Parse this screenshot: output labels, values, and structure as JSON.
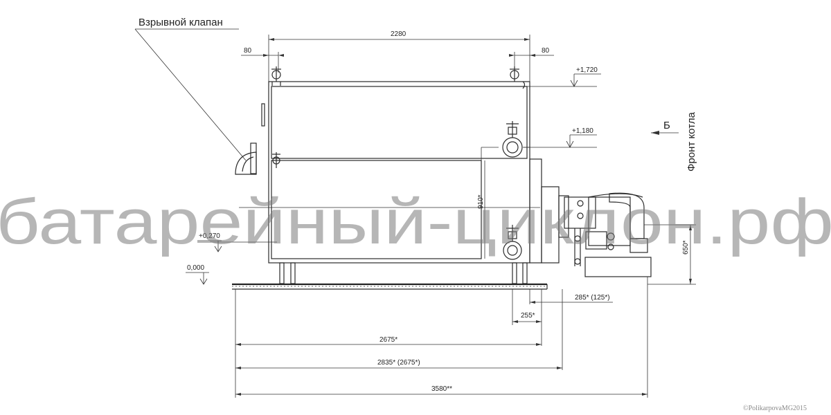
{
  "labels": {
    "explosion_valve": "Взрывной клапан",
    "boiler_front": "Фронт котла",
    "view_arrow": "Б"
  },
  "dimensions": {
    "overall_width": "2280",
    "left_offset": "80",
    "right_offset": "80",
    "height_910": "910*",
    "height_650": "650*",
    "d_285": "285* (125*)",
    "d_255": "255*",
    "d_2675": "2675*",
    "d_2835": "2835* (2675*)",
    "d_3580": "3580**"
  },
  "elevations": {
    "e1720": "+1,720",
    "e1180": "+1,180",
    "e0270": "+0,270",
    "e0000": "0,000"
  },
  "watermark": "батарейный-циклон.рф",
  "copyright": "©PolikarpovaMG2015"
}
